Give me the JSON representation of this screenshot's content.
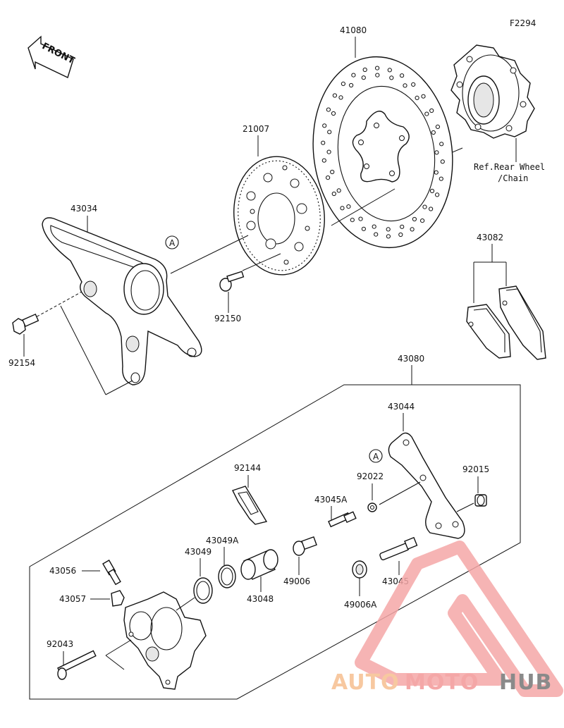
{
  "figure_code": "F2294",
  "front_label": "FRONT",
  "reference_note": {
    "line1": "Ref.Rear Wheel",
    "line2": "/Chain"
  },
  "callout_marker": "A",
  "parts": {
    "p41080": "41080",
    "p21007": "21007",
    "p43034": "43034",
    "p92150": "92150",
    "p92154": "92154",
    "p43082": "43082",
    "p43080": "43080",
    "p43044": "43044",
    "p92144": "92144",
    "p92022": "92022",
    "p92015": "92015",
    "p43045A": "43045A",
    "p43049A": "43049A",
    "p43049": "43049",
    "p43056": "43056",
    "p43057": "43057",
    "p49006": "49006",
    "p43048": "43048",
    "p43045": "43045",
    "p49006A": "49006A",
    "p92043": "92043"
  },
  "watermark": {
    "part1": "AUTO",
    "part2": "MOTO",
    "part3": "HUB",
    "color_main": "#f4a7a7",
    "color_accent": "#f7c8a0",
    "color_hub": "#8a8a8a"
  }
}
